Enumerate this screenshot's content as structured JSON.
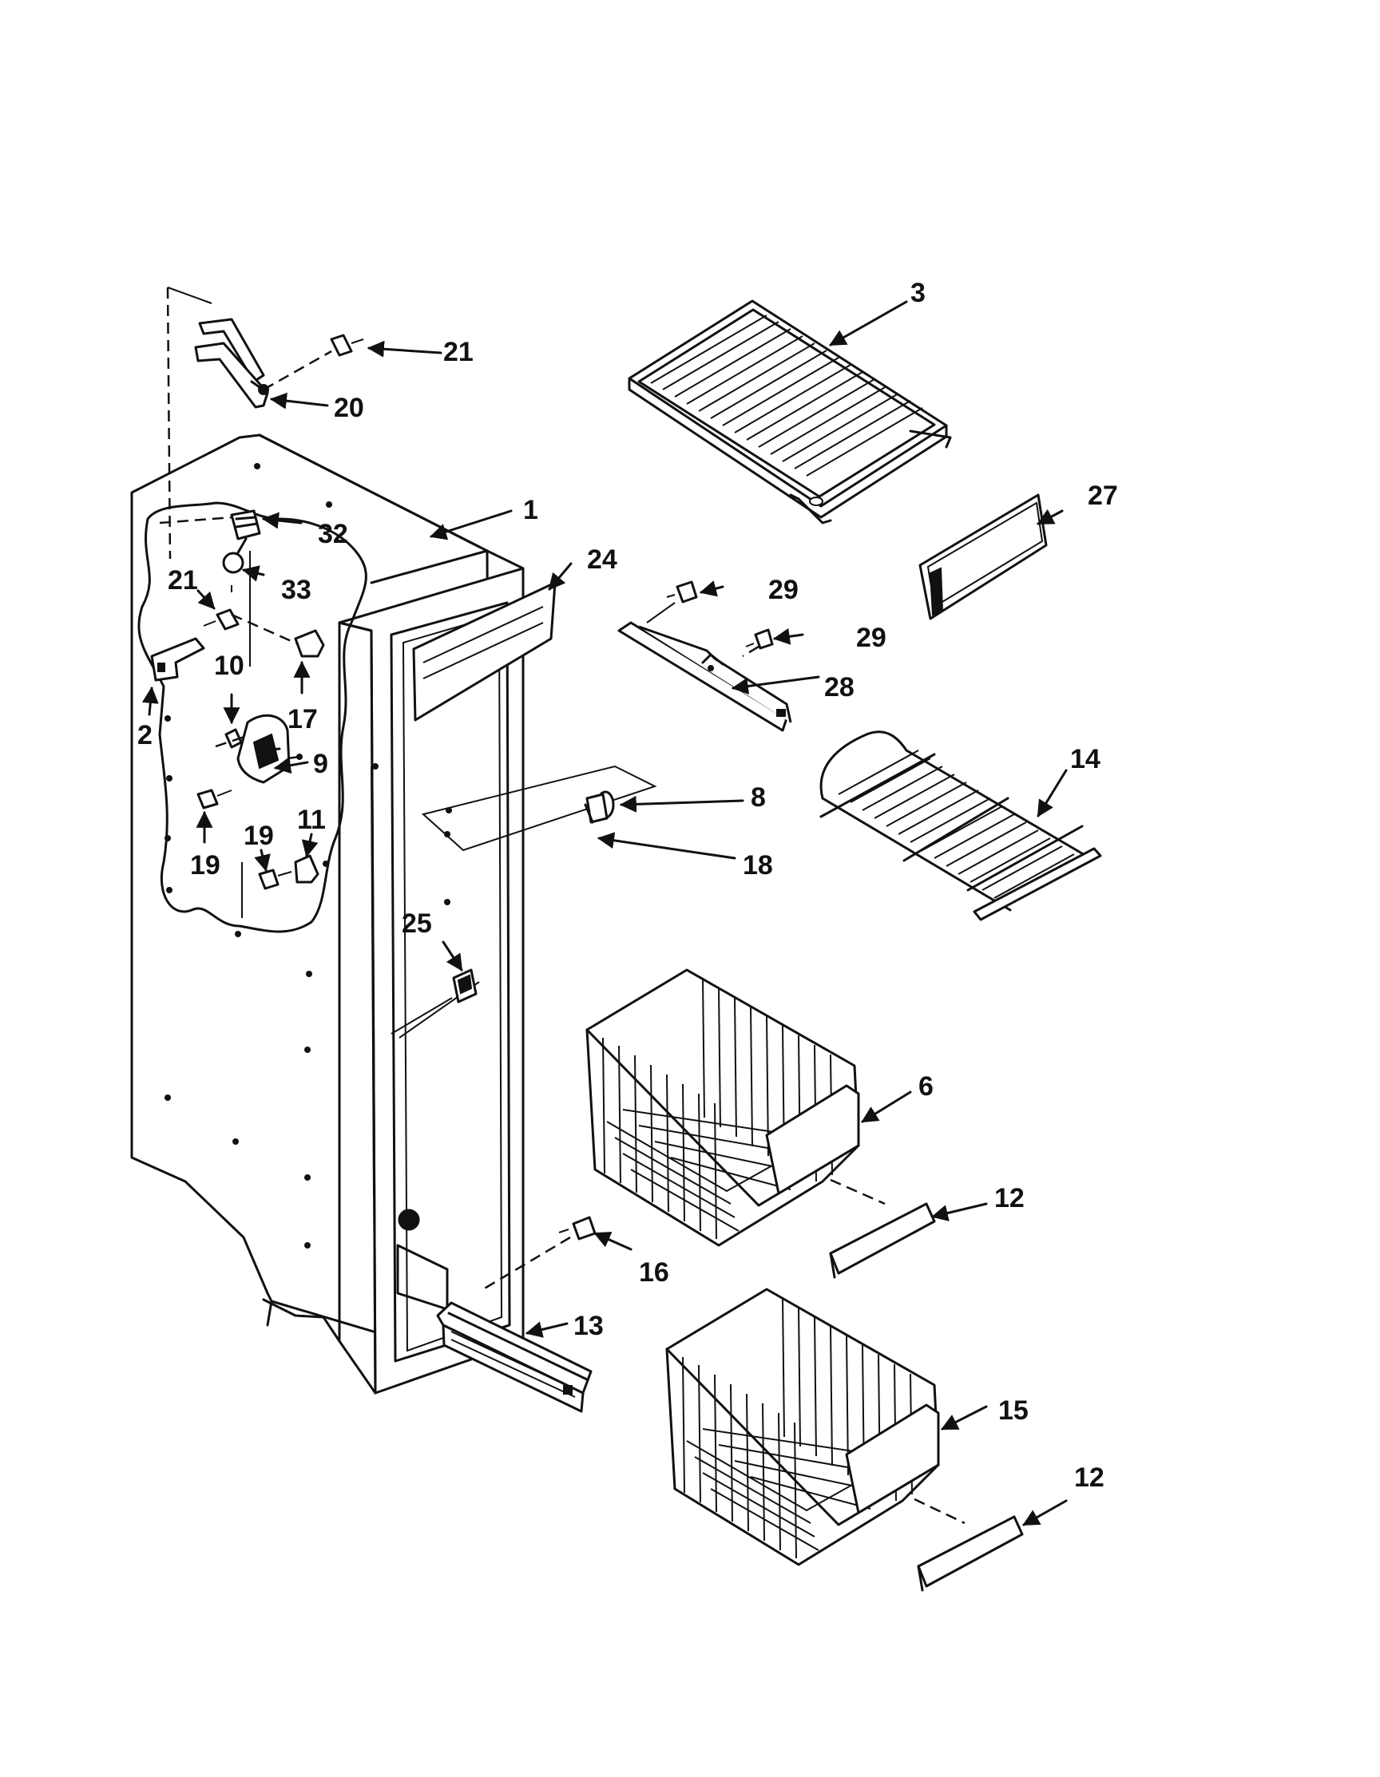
{
  "callouts": [
    {
      "id": "c1",
      "label": "1"
    },
    {
      "id": "c2",
      "label": "2"
    },
    {
      "id": "c3",
      "label": "3"
    },
    {
      "id": "c6",
      "label": "6"
    },
    {
      "id": "c8",
      "label": "8"
    },
    {
      "id": "c9",
      "label": "9"
    },
    {
      "id": "c10",
      "label": "10"
    },
    {
      "id": "c11",
      "label": "11"
    },
    {
      "id": "c12a",
      "label": "12"
    },
    {
      "id": "c12b",
      "label": "12"
    },
    {
      "id": "c13",
      "label": "13"
    },
    {
      "id": "c14",
      "label": "14"
    },
    {
      "id": "c15",
      "label": "15"
    },
    {
      "id": "c16",
      "label": "16"
    },
    {
      "id": "c17",
      "label": "17"
    },
    {
      "id": "c18",
      "label": "18"
    },
    {
      "id": "c19a",
      "label": "19"
    },
    {
      "id": "c19b",
      "label": "19"
    },
    {
      "id": "c20",
      "label": "20"
    },
    {
      "id": "c21a",
      "label": "21"
    },
    {
      "id": "c21b",
      "label": "21"
    },
    {
      "id": "c24",
      "label": "24"
    },
    {
      "id": "c25",
      "label": "25"
    },
    {
      "id": "c27",
      "label": "27"
    },
    {
      "id": "c28",
      "label": "28"
    },
    {
      "id": "c29a",
      "label": "29"
    },
    {
      "id": "c29b",
      "label": "29"
    },
    {
      "id": "c32",
      "label": "32"
    },
    {
      "id": "c33",
      "label": "33"
    }
  ]
}
